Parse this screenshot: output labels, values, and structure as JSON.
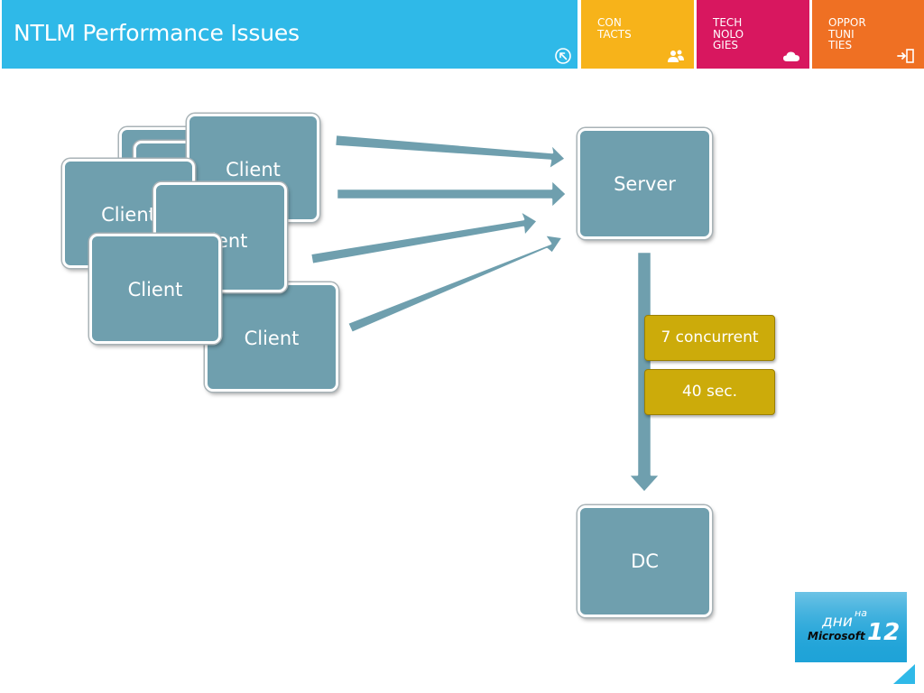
{
  "header": {
    "title": "NTLM Performance Issues",
    "accent_color": "#2fb9e8",
    "back_icon": "back-arrow-icon",
    "nav": [
      {
        "label": "CON\nTACTS",
        "color": "#f7b31a",
        "icon": "people-icon"
      },
      {
        "label": "TECH\nNOLO\nGIES",
        "color": "#d8175f",
        "icon": "cloud-icon"
      },
      {
        "label": "OPPOR\nTUNI\nTIES",
        "color": "#ef7023",
        "icon": "exit-door-icon"
      }
    ]
  },
  "diagram": {
    "node_color": "#6f9fae",
    "clients": [
      "Client",
      "Client",
      "Client",
      "Client",
      "Client"
    ],
    "server": "Server",
    "dc": "DC",
    "labels": [
      "7 concurrent",
      "40 sec."
    ],
    "label_color": "#ccab0a"
  },
  "logo": {
    "top_text": "дни",
    "super_text": "на",
    "brand": "Microsoft",
    "number": "12"
  }
}
